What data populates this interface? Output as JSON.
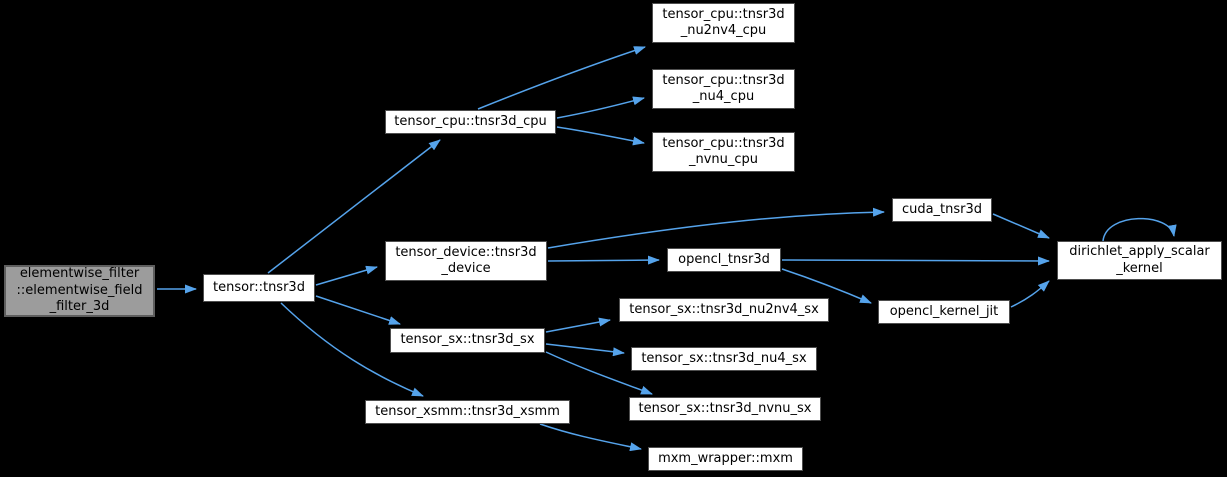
{
  "diagram": {
    "kind": "call-graph",
    "direction": "left-to-right",
    "colors": {
      "background": "#000000",
      "edge": "#55a3eb",
      "node_fill": "#ffffff",
      "node_border": "#4e4e4e",
      "node_text": "#000000",
      "focus_fill": "#9c9c9c",
      "focus_border": "#5e5e5e"
    },
    "nodes": [
      {
        "id": "elementwise_field_filter_3d",
        "focus": true,
        "label_lines": [
          "elementwise_filter",
          "::elementwise_field",
          "_filter_3d"
        ]
      },
      {
        "id": "tensor_tnsr3d",
        "focus": false,
        "label_lines": [
          "tensor::tnsr3d"
        ]
      },
      {
        "id": "tensor_cpu_tnsr3d_cpu",
        "focus": false,
        "label_lines": [
          "tensor_cpu::tnsr3d_cpu"
        ]
      },
      {
        "id": "tensor_cpu_tnsr3d_nu2nv4_cpu",
        "focus": false,
        "label_lines": [
          "tensor_cpu::tnsr3d",
          "_nu2nv4_cpu"
        ]
      },
      {
        "id": "tensor_cpu_tnsr3d_nu4_cpu",
        "focus": false,
        "label_lines": [
          "tensor_cpu::tnsr3d",
          "_nu4_cpu"
        ]
      },
      {
        "id": "tensor_cpu_tnsr3d_nvnu_cpu",
        "focus": false,
        "label_lines": [
          "tensor_cpu::tnsr3d",
          "_nvnu_cpu"
        ]
      },
      {
        "id": "tensor_device_tnsr3d_device",
        "focus": false,
        "label_lines": [
          "tensor_device::tnsr3d",
          "_device"
        ]
      },
      {
        "id": "cuda_tnsr3d",
        "focus": false,
        "label_lines": [
          "cuda_tnsr3d"
        ]
      },
      {
        "id": "opencl_tnsr3d",
        "focus": false,
        "label_lines": [
          "opencl_tnsr3d"
        ]
      },
      {
        "id": "dirichlet_apply_scalar_kernel",
        "focus": false,
        "label_lines": [
          "dirichlet_apply_scalar",
          "_kernel"
        ]
      },
      {
        "id": "opencl_kernel_jit",
        "focus": false,
        "label_lines": [
          "opencl_kernel_jit"
        ]
      },
      {
        "id": "tensor_sx_tnsr3d_sx",
        "focus": false,
        "label_lines": [
          "tensor_sx::tnsr3d_sx"
        ]
      },
      {
        "id": "tensor_sx_tnsr3d_nu2nv4_sx",
        "focus": false,
        "label_lines": [
          "tensor_sx::tnsr3d_nu2nv4_sx"
        ]
      },
      {
        "id": "tensor_sx_tnsr3d_nu4_sx",
        "focus": false,
        "label_lines": [
          "tensor_sx::tnsr3d_nu4_sx"
        ]
      },
      {
        "id": "tensor_sx_tnsr3d_nvnu_sx",
        "focus": false,
        "label_lines": [
          "tensor_sx::tnsr3d_nvnu_sx"
        ]
      },
      {
        "id": "tensor_xsmm_tnsr3d_xsmm",
        "focus": false,
        "label_lines": [
          "tensor_xsmm::tnsr3d_xsmm"
        ]
      },
      {
        "id": "mxm_wrapper_mxm",
        "focus": false,
        "label_lines": [
          "mxm_wrapper::mxm"
        ]
      }
    ],
    "edges": [
      {
        "from": "elementwise_field_filter_3d",
        "to": "tensor_tnsr3d"
      },
      {
        "from": "tensor_tnsr3d",
        "to": "tensor_cpu_tnsr3d_cpu"
      },
      {
        "from": "tensor_tnsr3d",
        "to": "tensor_device_tnsr3d_device"
      },
      {
        "from": "tensor_tnsr3d",
        "to": "tensor_sx_tnsr3d_sx"
      },
      {
        "from": "tensor_tnsr3d",
        "to": "tensor_xsmm_tnsr3d_xsmm"
      },
      {
        "from": "tensor_cpu_tnsr3d_cpu",
        "to": "tensor_cpu_tnsr3d_nu2nv4_cpu"
      },
      {
        "from": "tensor_cpu_tnsr3d_cpu",
        "to": "tensor_cpu_tnsr3d_nu4_cpu"
      },
      {
        "from": "tensor_cpu_tnsr3d_cpu",
        "to": "tensor_cpu_tnsr3d_nvnu_cpu"
      },
      {
        "from": "tensor_device_tnsr3d_device",
        "to": "cuda_tnsr3d"
      },
      {
        "from": "tensor_device_tnsr3d_device",
        "to": "opencl_tnsr3d"
      },
      {
        "from": "cuda_tnsr3d",
        "to": "dirichlet_apply_scalar_kernel"
      },
      {
        "from": "opencl_tnsr3d",
        "to": "dirichlet_apply_scalar_kernel"
      },
      {
        "from": "opencl_tnsr3d",
        "to": "opencl_kernel_jit"
      },
      {
        "from": "opencl_kernel_jit",
        "to": "dirichlet_apply_scalar_kernel"
      },
      {
        "from": "dirichlet_apply_scalar_kernel",
        "to": "dirichlet_apply_scalar_kernel"
      },
      {
        "from": "tensor_sx_tnsr3d_sx",
        "to": "tensor_sx_tnsr3d_nu2nv4_sx"
      },
      {
        "from": "tensor_sx_tnsr3d_sx",
        "to": "tensor_sx_tnsr3d_nu4_sx"
      },
      {
        "from": "tensor_sx_tnsr3d_sx",
        "to": "tensor_sx_tnsr3d_nvnu_sx"
      },
      {
        "from": "tensor_xsmm_tnsr3d_xsmm",
        "to": "mxm_wrapper_mxm"
      }
    ]
  }
}
